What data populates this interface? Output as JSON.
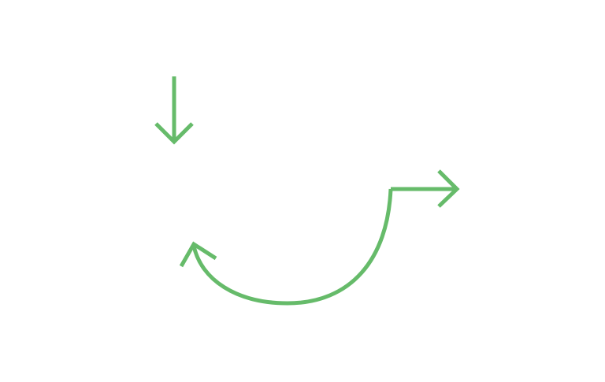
{
  "diagram": {
    "background_color": "#ffffff",
    "arrow_color": "#66bb6a",
    "arrows": [
      {
        "name": "down-arrow-icon",
        "direction": "down",
        "shape": "straight"
      },
      {
        "name": "curved-return-arrow-icon",
        "direction": "up-left",
        "shape": "curved"
      },
      {
        "name": "right-arrow-icon",
        "direction": "right",
        "shape": "straight"
      }
    ]
  }
}
